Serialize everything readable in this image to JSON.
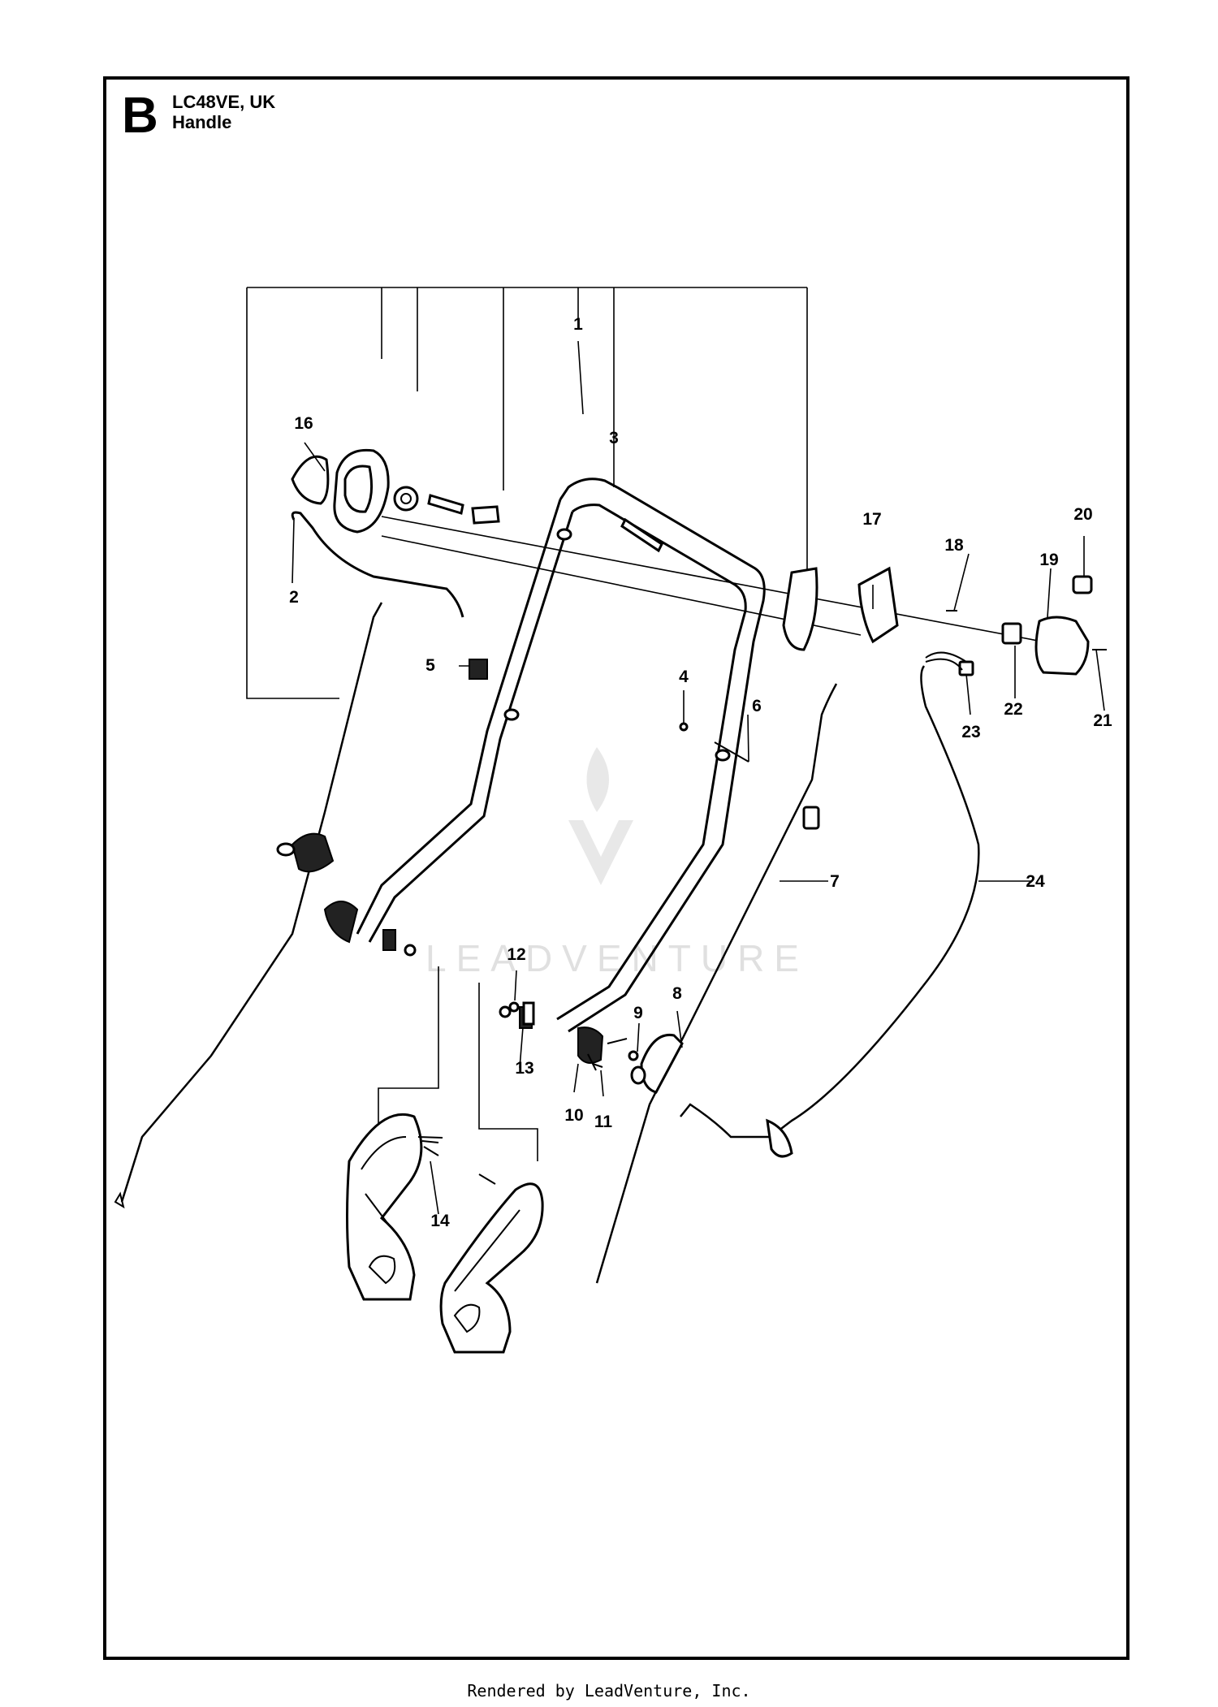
{
  "header": {
    "section_letter": "B",
    "model": "LC48VE, UK",
    "assembly": "Handle"
  },
  "callouts": [
    "1",
    "2",
    "3",
    "4",
    "5",
    "6",
    "7",
    "8",
    "9",
    "10",
    "11",
    "12",
    "13",
    "14",
    "16",
    "17",
    "18",
    "19",
    "20",
    "21",
    "22",
    "23",
    "24"
  ],
  "watermark": "LEADVENTURE",
  "footer": "Rendered by LeadVenture, Inc."
}
